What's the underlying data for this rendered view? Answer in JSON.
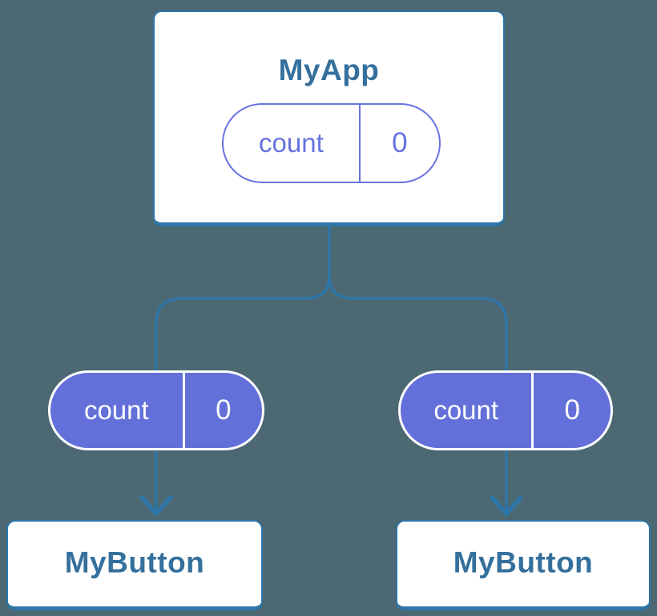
{
  "diagram": {
    "kind": "react-component-tree",
    "parent": {
      "title": "MyApp",
      "state": {
        "name": "count",
        "value": "0"
      }
    },
    "children": [
      {
        "title": "MyButton",
        "prop": {
          "name": "count",
          "value": "0"
        }
      },
      {
        "title": "MyButton",
        "prop": {
          "name": "count",
          "value": "0"
        }
      }
    ],
    "colors": {
      "background": "#4c6873",
      "connector_blue": "#2e76a8",
      "card_border_blue": "#2e76a8",
      "title_text_blue": "#35709d",
      "pill_solid_purple": "#6370d9",
      "pill_outline_purple": "#6673de",
      "card_fill": "#ffffff",
      "pill_text_on_purple": "#ffffff"
    }
  }
}
